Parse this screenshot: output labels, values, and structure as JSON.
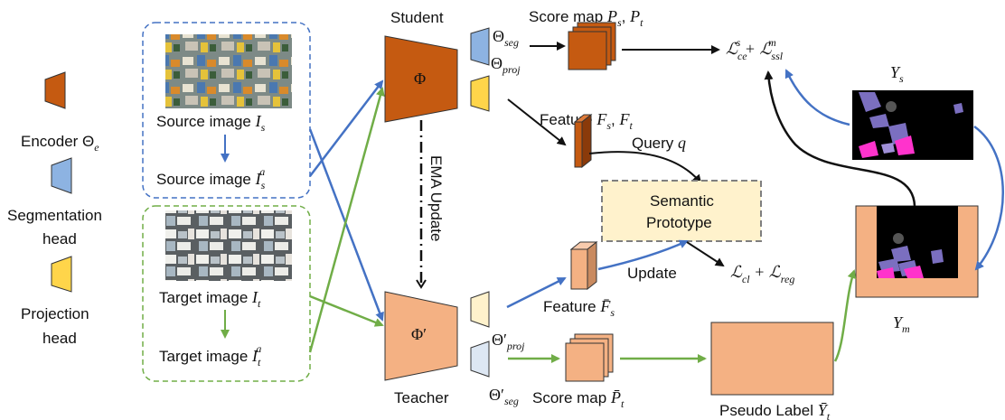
{
  "legend": {
    "encoder": {
      "text": "Encoder Θ",
      "sub": "e",
      "color": "#c55a11"
    },
    "seg_head": {
      "line1": "Segmentation",
      "line2": "head",
      "color": "#8db3e2"
    },
    "proj_head": {
      "line1": "Projection",
      "line2": "head",
      "color": "#ffd54a"
    }
  },
  "inputs": {
    "source_image": {
      "text": "Source image ",
      "var": "I",
      "sub": "s"
    },
    "source_aug": {
      "text": "Source image ",
      "var": "I",
      "sub": "s",
      "sup": "a"
    },
    "target_image": {
      "text": "Target image ",
      "var": "I",
      "sub": "t"
    },
    "target_aug": {
      "text": "Target image ",
      "var": "I",
      "sub": "t",
      "sup": "a"
    },
    "source_box_color": "#4472c4",
    "target_box_color": "#70ad47"
  },
  "student": {
    "label": "Student",
    "encoder_symbol": "Φ",
    "seg_head": {
      "sym": "Θ",
      "sub": "seg"
    },
    "proj_head": {
      "sym": "Θ",
      "sub": "proj"
    },
    "score_map": {
      "text": "Score map ",
      "a": "P",
      "a_sub": "s",
      "b": "P",
      "b_sub": "t"
    },
    "feature": {
      "text": "Feature ",
      "a": "F",
      "a_sub": "s",
      "b": "F",
      "b_sub": "t"
    },
    "query": {
      "text": "Query ",
      "var": "q"
    }
  },
  "ema": {
    "label": "EMA Update"
  },
  "prototype": {
    "line1": "Semantic",
    "line2": "Prototype",
    "fill": "#fff2cc"
  },
  "update": {
    "label": "Update"
  },
  "teacher": {
    "label": "Teacher",
    "encoder_symbol": "Φ′",
    "proj_head": {
      "sym": "Θ′",
      "sub": "proj"
    },
    "seg_head": {
      "sym": "Θ′",
      "sub": "seg"
    },
    "feature": {
      "text": "Feature ",
      "var": "F̄",
      "sub": "s"
    },
    "score_map": {
      "text": "Score map ",
      "var": "P̄",
      "sub": "t"
    },
    "pseudo_label": {
      "text": "Pseudo Label ",
      "var": "Ȳ",
      "sub": "t"
    }
  },
  "losses": {
    "seg": {
      "a": "ℒ",
      "a_sub": "ce",
      "a_sup": "s",
      "op": " + ",
      "b": "ℒ",
      "b_sub": "ssl",
      "b_sup": "m"
    },
    "contrast": {
      "a": "ℒ",
      "a_sub": "cl",
      "op": " + ",
      "b": "ℒ",
      "b_sub": "reg"
    }
  },
  "labels": {
    "ys": {
      "var": "Y",
      "sub": "s"
    },
    "ym": {
      "var": "Y",
      "sub": "m"
    }
  },
  "colors": {
    "student_orange": "#c55a11",
    "teacher_orange": "#f4b183",
    "blue_arrow": "#4472c4",
    "green_arrow": "#70ad47",
    "seg_mask_purple": "#7b6fc0",
    "seg_mask_magenta": "#ff33cc"
  }
}
